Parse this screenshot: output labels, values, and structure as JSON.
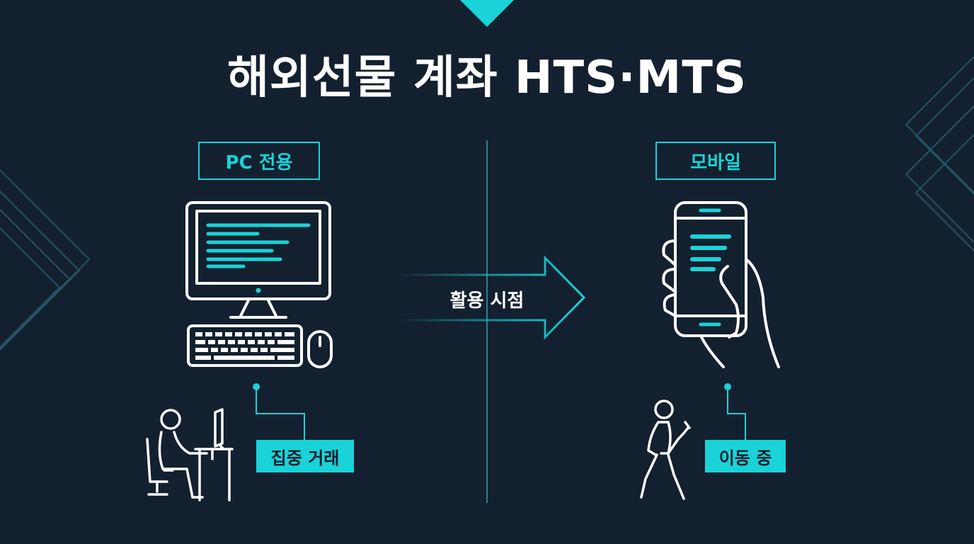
{
  "title": "해외선물 계좌 HTS·MTS",
  "left": {
    "tag": "PC 전용",
    "context": "집중 거래"
  },
  "right": {
    "tag": "모바일",
    "context": "이동 중"
  },
  "arrow": {
    "label": "활용 시점"
  },
  "colors": {
    "background": "#13202f",
    "accent": "#19d3d8",
    "line": "#ffffff"
  }
}
